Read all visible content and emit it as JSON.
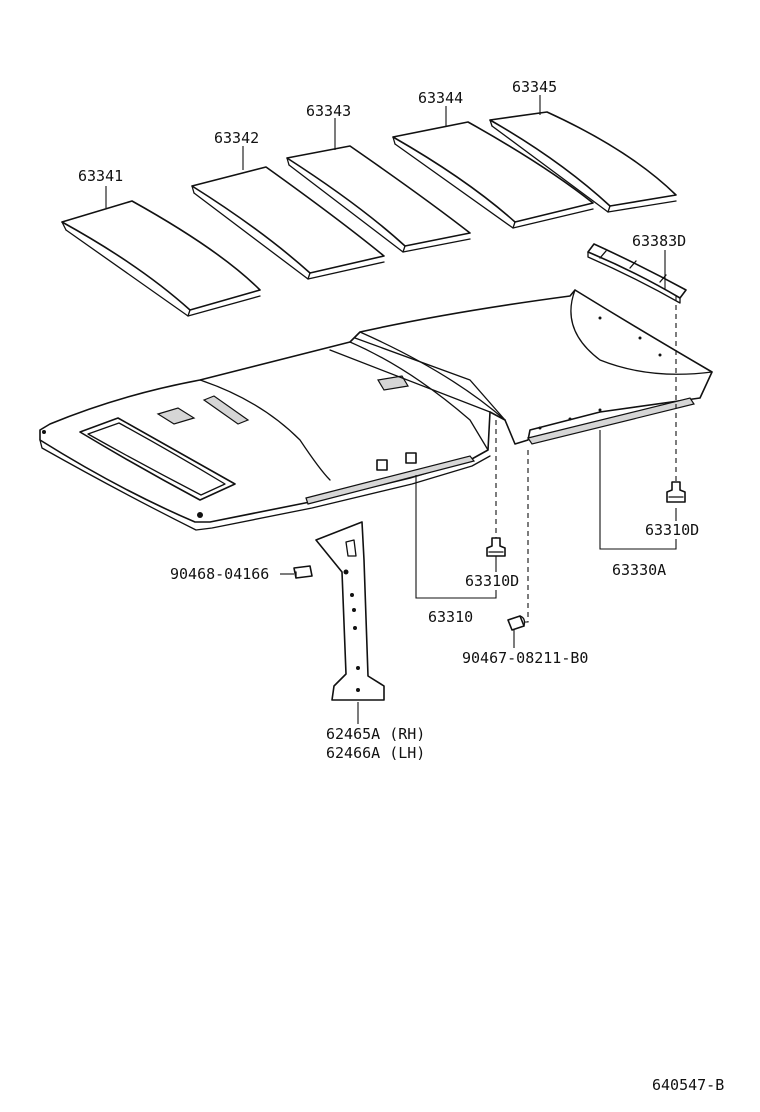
{
  "parts": {
    "pad_1": "63341",
    "pad_2": "63342",
    "pad_3": "63343",
    "pad_4": "63344",
    "pad_5": "63345",
    "rear_bracket": "63383D",
    "clip_right": "63310D",
    "rear_headlining": "63330A",
    "clip_center": "63310D",
    "front_headlining": "63310",
    "clip_pillar": "90468-04166",
    "bolt_lower": "90467-08211-B0",
    "pillar_rh": "62465A (RH)",
    "pillar_lh": "62466A (LH)"
  },
  "diagram_id": "640547-B"
}
